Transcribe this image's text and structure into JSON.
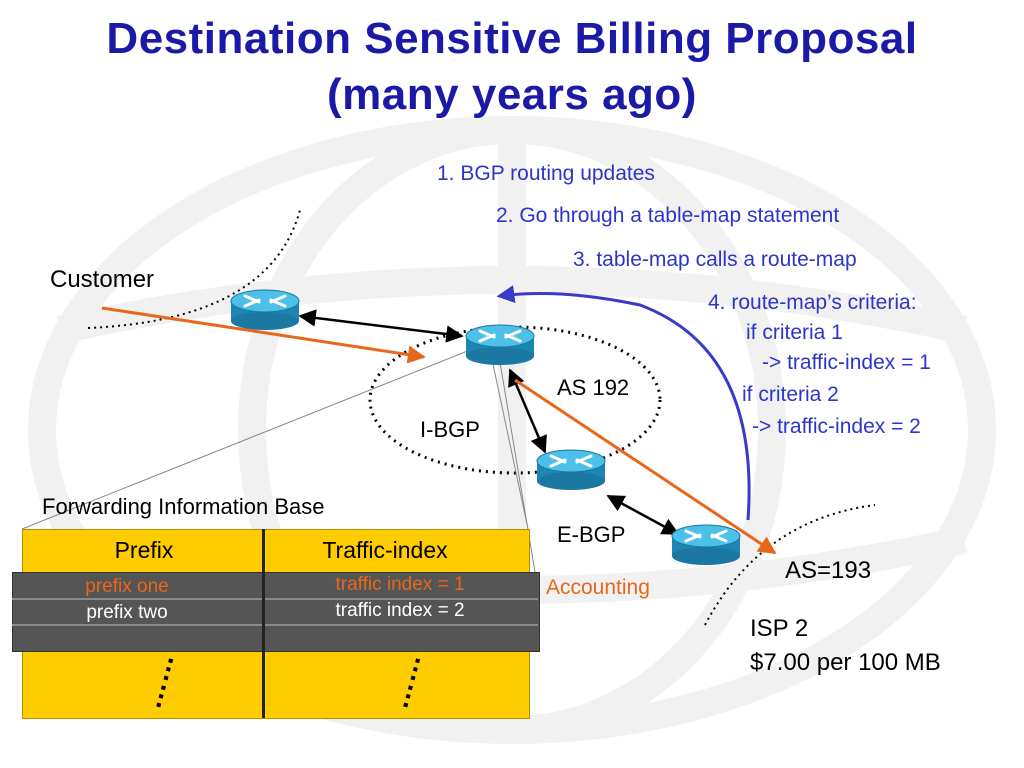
{
  "title": {
    "line1": "Destination Sensitive Billing Proposal",
    "line2": "(many years ago)"
  },
  "steps": {
    "step1": "1. BGP routing updates",
    "step2": "2. Go through a table-map statement",
    "step3": "3. table-map calls a route-map",
    "step4": "4. route-map’s criteria:",
    "crit1": "if criteria 1",
    "idx1": "-> traffic-index = 1",
    "crit2": "if criteria 2",
    "idx2": "-> traffic-index = 2"
  },
  "labels": {
    "customer": "Customer",
    "as192": "AS 192",
    "ibgp": "I-BGP",
    "ebgp": "E-BGP",
    "accounting": "Accounting",
    "as193": "AS=193",
    "isp": "ISP 2",
    "price": "$7.00 per 100 MB"
  },
  "fib": {
    "caption": "Forwarding Information Base",
    "headers": [
      "Prefix",
      "Traffic-index"
    ],
    "rows": [
      {
        "prefix": "prefix one",
        "index": "traffic index = 1"
      },
      {
        "prefix": "prefix two",
        "index": "traffic index = 2"
      }
    ],
    "ellipsis": "……"
  },
  "colors": {
    "title": "#1a1aa6",
    "steps": "#2b36c8",
    "accounting": "#e8671c",
    "table": "#ffcc00",
    "router": "#2aa0c8"
  },
  "icons": [
    "router-icon"
  ]
}
